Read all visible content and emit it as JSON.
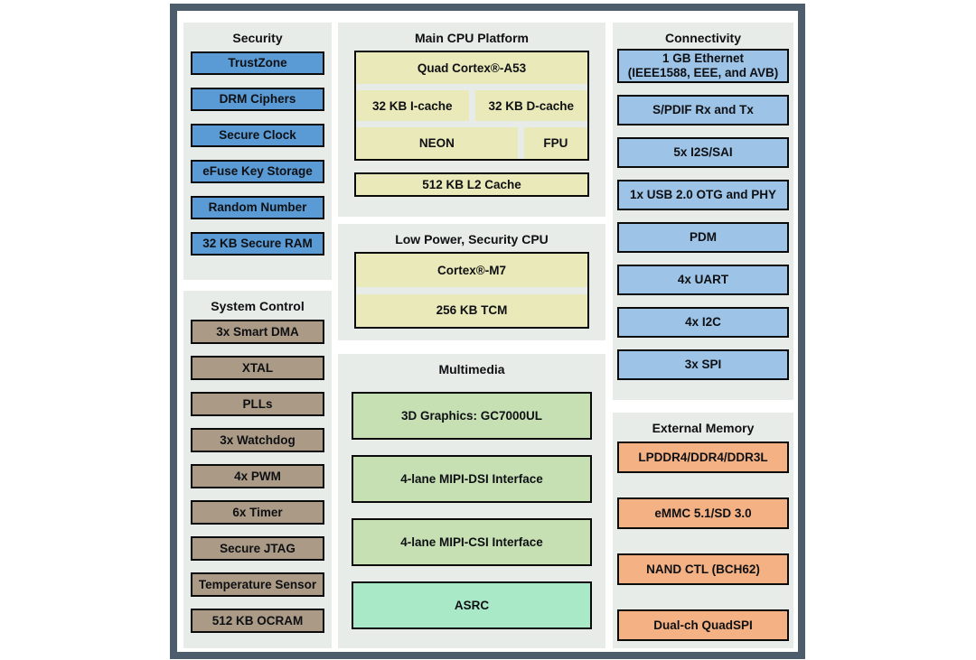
{
  "panels": {
    "security": {
      "title": "Security",
      "items": [
        "TrustZone",
        "DRM Ciphers",
        "Secure Clock",
        "eFuse Key Storage",
        "Random Number",
        "32 KB Secure RAM"
      ]
    },
    "system_control": {
      "title": "System Control",
      "items": [
        "3x Smart DMA",
        "XTAL",
        "PLLs",
        "3x Watchdog",
        "4x PWM",
        "6x Timer",
        "Secure JTAG",
        "Temperature Sensor",
        "512 KB OCRAM"
      ]
    },
    "main_cpu": {
      "title": "Main CPU Platform",
      "cpu": "Quad Cortex®-A53",
      "icache": "32 KB I-cache",
      "dcache": "32 KB D-cache",
      "neon": "NEON",
      "fpu": "FPU",
      "l2_cache": "512 KB L2 Cache"
    },
    "low_power": {
      "title": "Low Power, Security CPU",
      "cpu": "Cortex®-M7",
      "tcm": "256 KB TCM"
    },
    "multimedia": {
      "title": "Multimedia",
      "items": [
        "3D Graphics: GC7000UL",
        "4-lane MIPI-DSI Interface",
        "4-lane MIPI-CSI Interface",
        "ASRC"
      ]
    },
    "connectivity": {
      "title": "Connectivity",
      "items": [
        "1 GB Ethernet\n(IEEE1588, EEE, and AVB)",
        "S/PDIF Rx and Tx",
        "5x I2S/SAI",
        "1x USB 2.0 OTG and PHY",
        "PDM",
        "4x UART",
        "4x I2C",
        "3x SPI"
      ]
    },
    "external_memory": {
      "title": "External Memory",
      "items": [
        "LPDDR4/DDR4/DDR3L",
        "eMMC 5.1/SD 3.0",
        "NAND CTL (BCH62)",
        "Dual-ch QuadSPI"
      ]
    }
  },
  "colors": {
    "security_block": "#5B9BD5",
    "connectivity_block": "#9DC3E6",
    "system_control_block": "#AB9A86",
    "cpu_block": "#EAE9B9",
    "multimedia_block": "#C6E0B4",
    "asrc_block": "#A9E9C7",
    "external_memory_block": "#F4B183",
    "panel_background": "#E8ECE8",
    "frame_border": "#4D5D6B",
    "block_border": "#0A0A0A"
  }
}
